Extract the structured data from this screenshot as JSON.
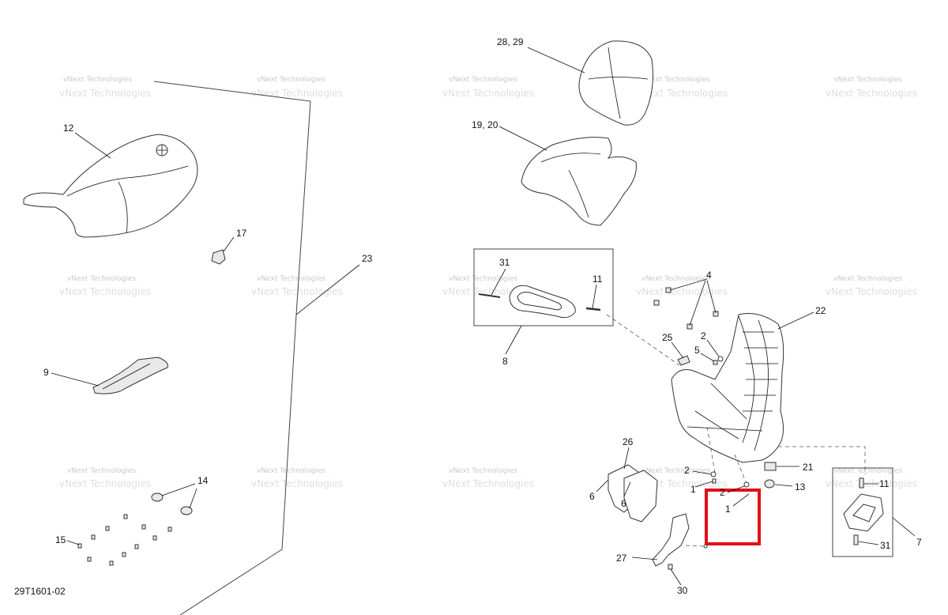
{
  "diagram": {
    "ref_code": "29T1601-02",
    "watermark_line1": "vNext Technologies",
    "watermark_line2": "vNext Technologies",
    "callouts": {
      "c28_29": "28, 29",
      "c19_20": "19, 20",
      "c12": "12",
      "c17": "17",
      "c23": "23",
      "c31a": "31",
      "c11a": "11",
      "c8": "8",
      "c4": "4",
      "c22": "22",
      "c25": "25",
      "c5": "5",
      "c2a": "2",
      "c9": "9",
      "c26": "26",
      "c21": "21",
      "c13": "13",
      "c2b": "2",
      "c1a": "1",
      "c2c": "2",
      "c1b": "1",
      "c6a": "6",
      "c6b": "6",
      "c14": "14",
      "c15": "15",
      "c27": "27",
      "c30": "30",
      "c11b": "11",
      "c31b": "31",
      "c7": "7"
    },
    "colors": {
      "highlight": "#e0101a",
      "line": "#333333",
      "watermark": "#c9c9c9"
    }
  }
}
